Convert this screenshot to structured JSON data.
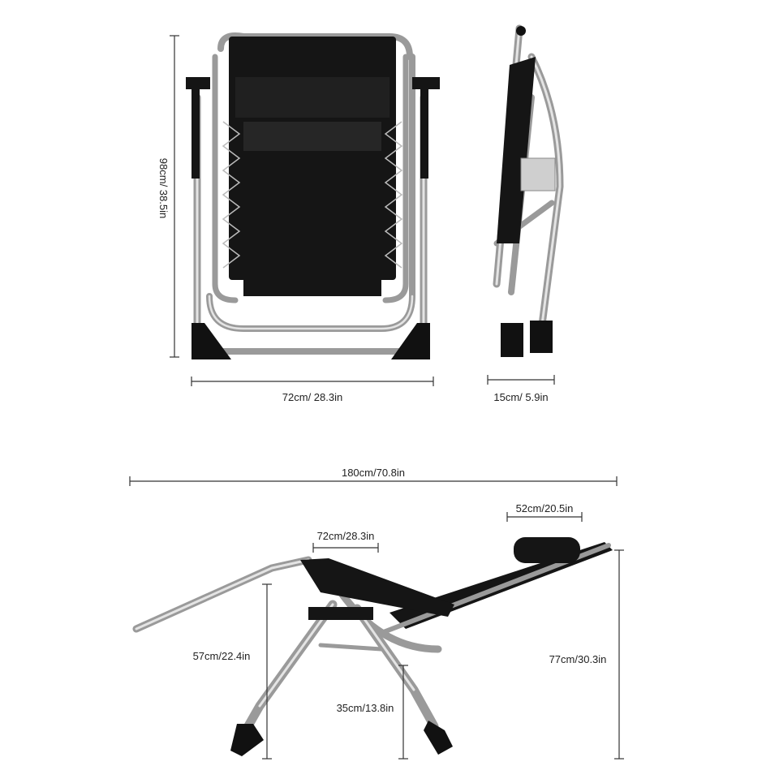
{
  "dimensions": {
    "front_height": "98cm/ 38.5in",
    "front_width": "72cm/ 28.3in",
    "side_depth": "15cm/ 5.9in",
    "reclined_length": "180cm/70.8in",
    "headrest_length": "52cm/20.5in",
    "armrest_length": "72cm/28.3in",
    "seat_height": "57cm/22.4in",
    "leg_height": "35cm/13.8in",
    "headrest_height": "77cm/30.3in"
  },
  "colors": {
    "fabric": "#151515",
    "frame": "#9a9a9a",
    "frame_highlight": "#e4e4e4",
    "dimension_line": "#333333",
    "text": "#222222"
  }
}
